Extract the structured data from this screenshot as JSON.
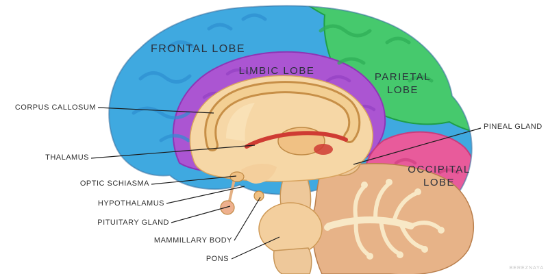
{
  "colors": {
    "frontal_lobe": "#3fa9e0",
    "parietal_lobe": "#46c96d",
    "limbic_lobe": "#ab55d2",
    "occipital_lobe": "#e85b9b",
    "medial_surface": "#f6d7a6",
    "brainstem": "#f3cf9e",
    "cerebellum": "#e7b388",
    "background": "#ffffff"
  },
  "region_labels": {
    "frontal": "FRONTAL LOBE",
    "limbic": "LIMBIC LOBE",
    "parietal_line1": "PARIETAL",
    "parietal_line2": "LOBE",
    "occipital_line1": "OCCIPITAL",
    "occipital_line2": "LOBE"
  },
  "part_labels": {
    "corpus_callosum": "CORPUS CALLOSUM",
    "thalamus": "THALAMUS",
    "optic_schiasma": "OPTIC SCHIASMA",
    "hypothalamus": "HYPOTHALAMUS",
    "pituitary_gland": "PITUITARY GLAND",
    "mammillary_body": "MAMMILLARY BODY",
    "pons": "PONS",
    "pineal_gland": "PINEAL GLAND"
  },
  "watermark": "BEREZNAYA"
}
